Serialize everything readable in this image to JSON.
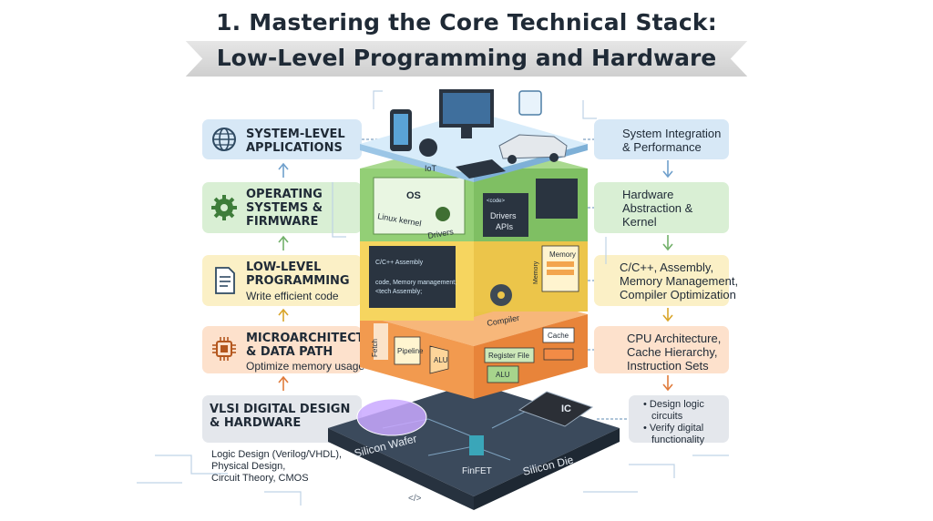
{
  "title": {
    "line1": "1. Mastering the Core Technical Stack:",
    "line2": "Low-Level Programming and Hardware"
  },
  "layers": [
    {
      "title_1": "SYSTEM-LEVEL",
      "title_2": "APPLICATIONS",
      "subtitle": "",
      "icon": "globe-icon",
      "color": "#d7e8f6",
      "right_1": "System Integration",
      "right_2": "& Performance",
      "right_3": ""
    },
    {
      "title_1": "OPERATING",
      "title_2": "SYSTEMS &",
      "title_3": "FIRMWARE",
      "icon": "gear-icon",
      "color": "#d9efd4",
      "right_1": "Hardware",
      "right_2": "Abstraction &",
      "right_3": "Kernel"
    },
    {
      "title_1": "LOW-LEVEL",
      "title_2": "PROGRAMMING",
      "subtitle": "Write efficient code",
      "icon": "document-icon",
      "color": "#fbf0c6",
      "right_1": "C/C++, Assembly,",
      "right_2": "Memory Management,",
      "right_3": "Compiler Optimization"
    },
    {
      "title_1": "MICROARCHITECTURE",
      "title_2": "& DATA PATH",
      "subtitle": "Optimize memory usage",
      "icon": "chip-icon",
      "color": "#fde1cc",
      "right_1": "CPU Architecture,",
      "right_2": "Cache Hierarchy,",
      "right_3": "Instruction Sets"
    },
    {
      "title_1": "VLSI DIGITAL DESIGN",
      "title_2": "& HARDWARE",
      "subtitle": "",
      "icon": "",
      "color": "#e4e7ec",
      "right_1": "Design logic",
      "right_2": "circuits",
      "right_3": "Verify digital",
      "right_4": "functionality"
    }
  ],
  "bottom_notes": [
    "Logic Design (Verilog/VHDL),",
    "Physical Design,",
    "Circuit Theory, CMOS"
  ],
  "stack": {
    "top": {
      "iot": "IoT"
    },
    "os": {
      "os": "OS",
      "linux_kernel": "Linux kernel",
      "drivers": "Drivers",
      "drivers_apis_1": "Drivers",
      "drivers_apis_2": "APIs",
      "code_tag": "<code>"
    },
    "lowlevel": {
      "code_1": "C/C++ Assembly",
      "code_2": "code, Memory management;",
      "code_3": "<tech Assembly;",
      "compiler": "Compiler",
      "memory": "Memory",
      "memory_side": "Memory"
    },
    "micro": {
      "pipeline": "Pipeline",
      "alu1": "ALU",
      "register_file": "Register File",
      "alu2": "ALU",
      "cache": "Cache",
      "fetch": "Fetch"
    },
    "base": {
      "silicon_wafer": "Silicon Wafer",
      "silicon_die": "Silicon Die",
      "finfet": "FinFET",
      "ic": "IC",
      "tag": "</>"
    }
  },
  "colors": {
    "blue": "#d7e8f6",
    "green": "#d9efd4",
    "yellow": "#fbf0c6",
    "orange": "#fde1cc",
    "gray": "#e4e7ec",
    "title": "#1f2a36",
    "accent_teal": "#3aa6b9"
  }
}
